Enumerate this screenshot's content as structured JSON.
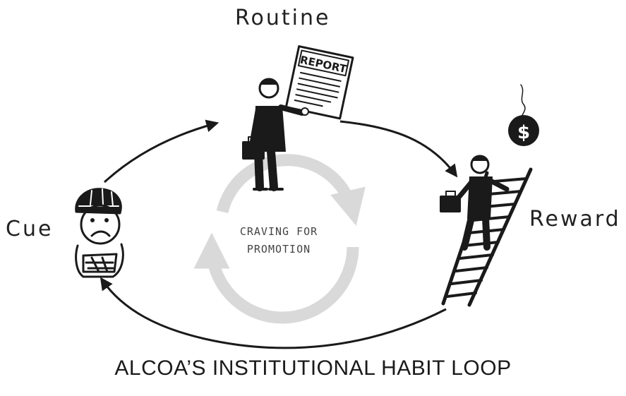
{
  "labels": {
    "routine": "Routine",
    "cue": "Cue",
    "reward": "Reward"
  },
  "center": {
    "line1": "CRAVING FOR",
    "line2": "PROMOTION"
  },
  "report_text": "REPORT",
  "reward_symbol": "$",
  "caption": "ALCOA’S INSTITUTIONAL HABIT LOOP"
}
